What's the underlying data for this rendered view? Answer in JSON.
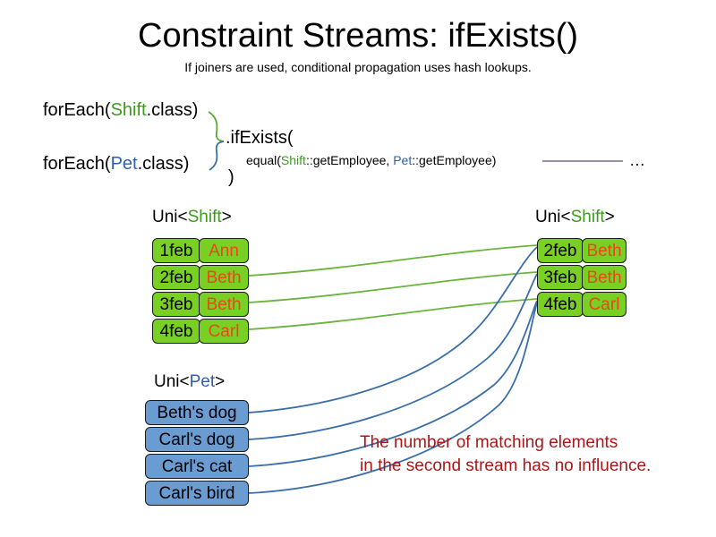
{
  "header": {
    "title": "Constraint Streams: ifExists()",
    "subtitle": "If joiners are used, conditional propagation uses hash lookups."
  },
  "code": {
    "foreach_shift_prefix": "forEach(",
    "foreach_shift_type": "Shift",
    "foreach_shift_suffix": ".class)",
    "foreach_pet_prefix": "forEach(",
    "foreach_pet_type": "Pet",
    "foreach_pet_suffix": ".class)",
    "ifexists_open": ".ifExists(",
    "ifexists_close": ")",
    "equal_prefix": "equal(",
    "equal_arg1_type": "Shift",
    "equal_arg1_method": "::getEmployee, ",
    "equal_arg2_type": "Pet",
    "equal_arg2_method": "::getEmployee)",
    "ellipsis": "…",
    "brace_top_color": "#5aa832",
    "brace_bottom_color": "#3a6ea8",
    "rule_color": "#7a6b8a"
  },
  "streams": {
    "left_shift": {
      "label_prefix": "Uni<",
      "label_type": "Shift",
      "label_suffix": ">",
      "columns": [
        "date",
        "employee"
      ],
      "rows": [
        {
          "date": "1feb",
          "employee": "Ann"
        },
        {
          "date": "2feb",
          "employee": "Beth"
        },
        {
          "date": "3feb",
          "employee": "Beth"
        },
        {
          "date": "4feb",
          "employee": "Carl"
        }
      ]
    },
    "pet": {
      "label_prefix": "Uni<",
      "label_type": "Pet",
      "label_suffix": ">",
      "rows": [
        {
          "name": "Beth's dog"
        },
        {
          "name": "Carl's dog"
        },
        {
          "name": "Carl's cat"
        },
        {
          "name": "Carl's bird"
        }
      ]
    },
    "right_shift": {
      "label_prefix": "Uni<",
      "label_type": "Shift",
      "label_suffix": ">",
      "columns": [
        "date",
        "employee"
      ],
      "rows": [
        {
          "date": "2feb",
          "employee": "Beth"
        },
        {
          "date": "3feb",
          "employee": "Beth"
        },
        {
          "date": "4feb",
          "employee": "Carl"
        }
      ]
    }
  },
  "annotation": {
    "line1": "The number of matching elements",
    "line2": "in the second stream has no influence.",
    "color": "#a81818"
  },
  "colors": {
    "shift_card": "#78d022",
    "pet_card": "#6a9bd1",
    "shift_green_text": "#3c9a1e",
    "pet_blue_text": "#2f5fa8",
    "employee_text": "#e8481c",
    "green_wire": "#6cb33f",
    "blue_wire": "#3a6ea8",
    "card_border": "#1a1a1a"
  }
}
